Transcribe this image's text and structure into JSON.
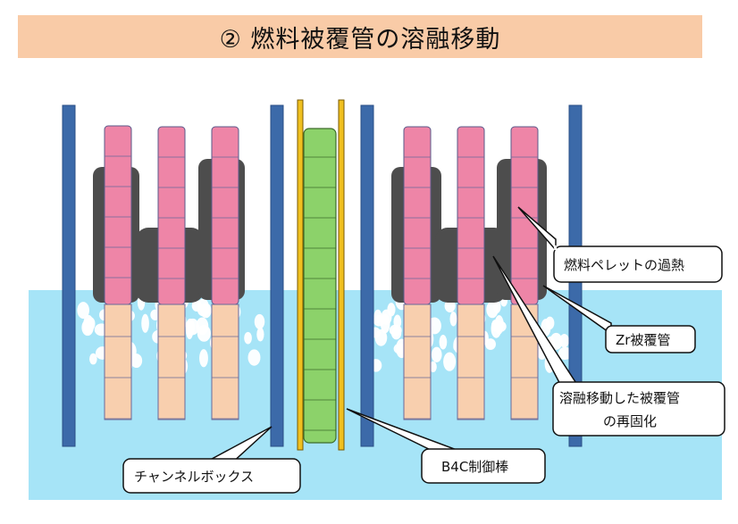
{
  "title": "② 燃料被覆管の溶融移動",
  "labels": {
    "pellet_overheat": "燃料ペレットの過熱",
    "zr_cladding": "Zr被覆管",
    "resolidified_line1": "溶融移動した被覆管",
    "resolidified_line2": "の再固化",
    "channel_box": "チャンネルボックス",
    "b4c_rod": "B4C制御棒"
  },
  "colors": {
    "title_bg": "#f9cba7",
    "water": "#a6e4f7",
    "channel_box": "#3c6aa9",
    "fuel_pellet_hot": "#ee85a7",
    "fuel_pellet": "#f8cfae",
    "melted_clad": "#4d4d4d",
    "b4c": "#8cd26a",
    "control_blade": "#f0c020"
  }
}
